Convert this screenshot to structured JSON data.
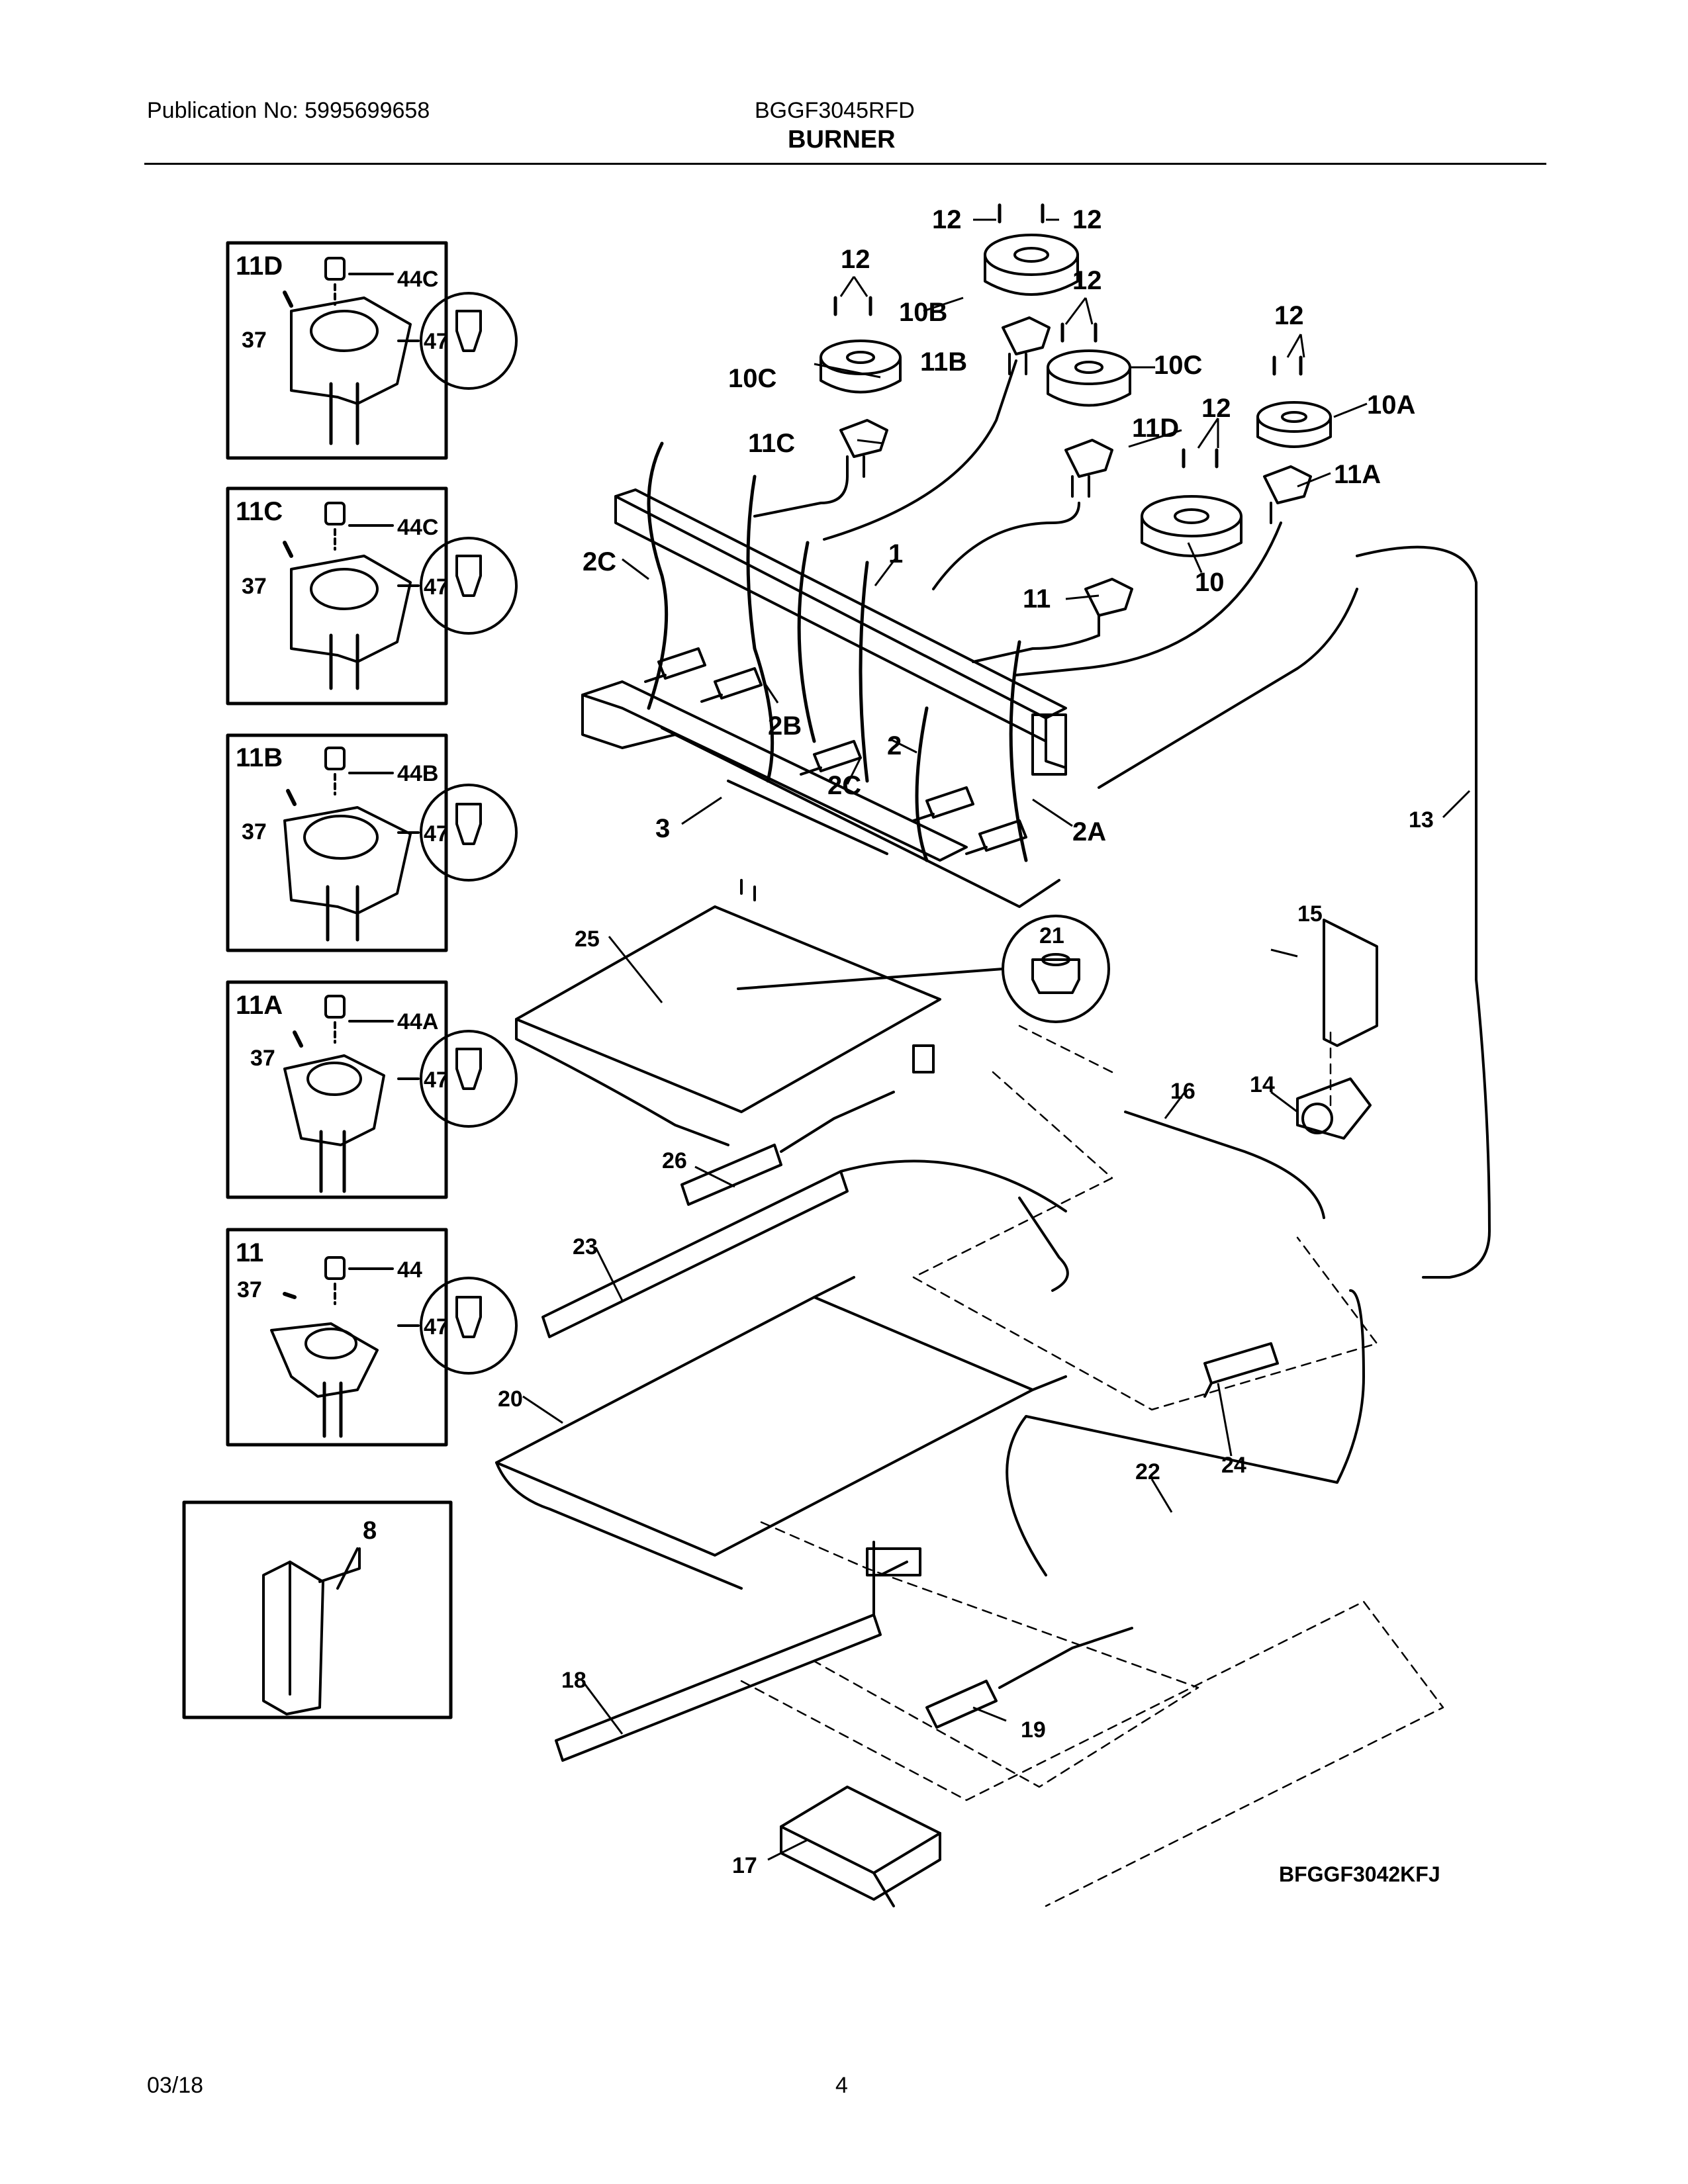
{
  "header": {
    "publication": "Publication No: 5995699658",
    "model": "BGGF3045RFD",
    "section": "BURNER"
  },
  "footer": {
    "date": "03/18",
    "page": "4"
  },
  "diagram": {
    "code": "BFGGF3042KFJ",
    "insets": [
      {
        "title": "11D",
        "screw": "37",
        "jet": "44C",
        "orifice": "47"
      },
      {
        "title": "11C",
        "screw": "37",
        "jet": "44C",
        "orifice": "47"
      },
      {
        "title": "11B",
        "screw": "37",
        "jet": "44B",
        "orifice": "47"
      },
      {
        "title": "11A",
        "screw": "37",
        "jet": "44A",
        "orifice": "47"
      },
      {
        "title": "11",
        "screw": "37",
        "jet": "44",
        "orifice": "47"
      }
    ],
    "inset_8": "8",
    "callouts": {
      "c12a": "12",
      "c12b": "12",
      "c12c": "12",
      "c12d": "12",
      "c12e": "12",
      "c12f": "12",
      "c10b": "10B",
      "c11b": "11B",
      "c10c_left": "10C",
      "c10c_right": "10C",
      "c11c": "11C",
      "c11d": "11D",
      "c10a": "10A",
      "c11a": "11A",
      "c10": "10",
      "c11": "11",
      "c1": "1",
      "c2c_top": "2C",
      "c2b": "2B",
      "c2": "2",
      "c2c_bottom": "2C",
      "c2a": "2A",
      "c3": "3",
      "c13": "13",
      "c21": "21",
      "c25": "25",
      "c26": "26",
      "c15": "15",
      "c16": "16",
      "c14": "14",
      "c23": "23",
      "c20": "20",
      "c24": "24",
      "c22": "22",
      "c18": "18",
      "c19": "19",
      "c17": "17"
    }
  }
}
